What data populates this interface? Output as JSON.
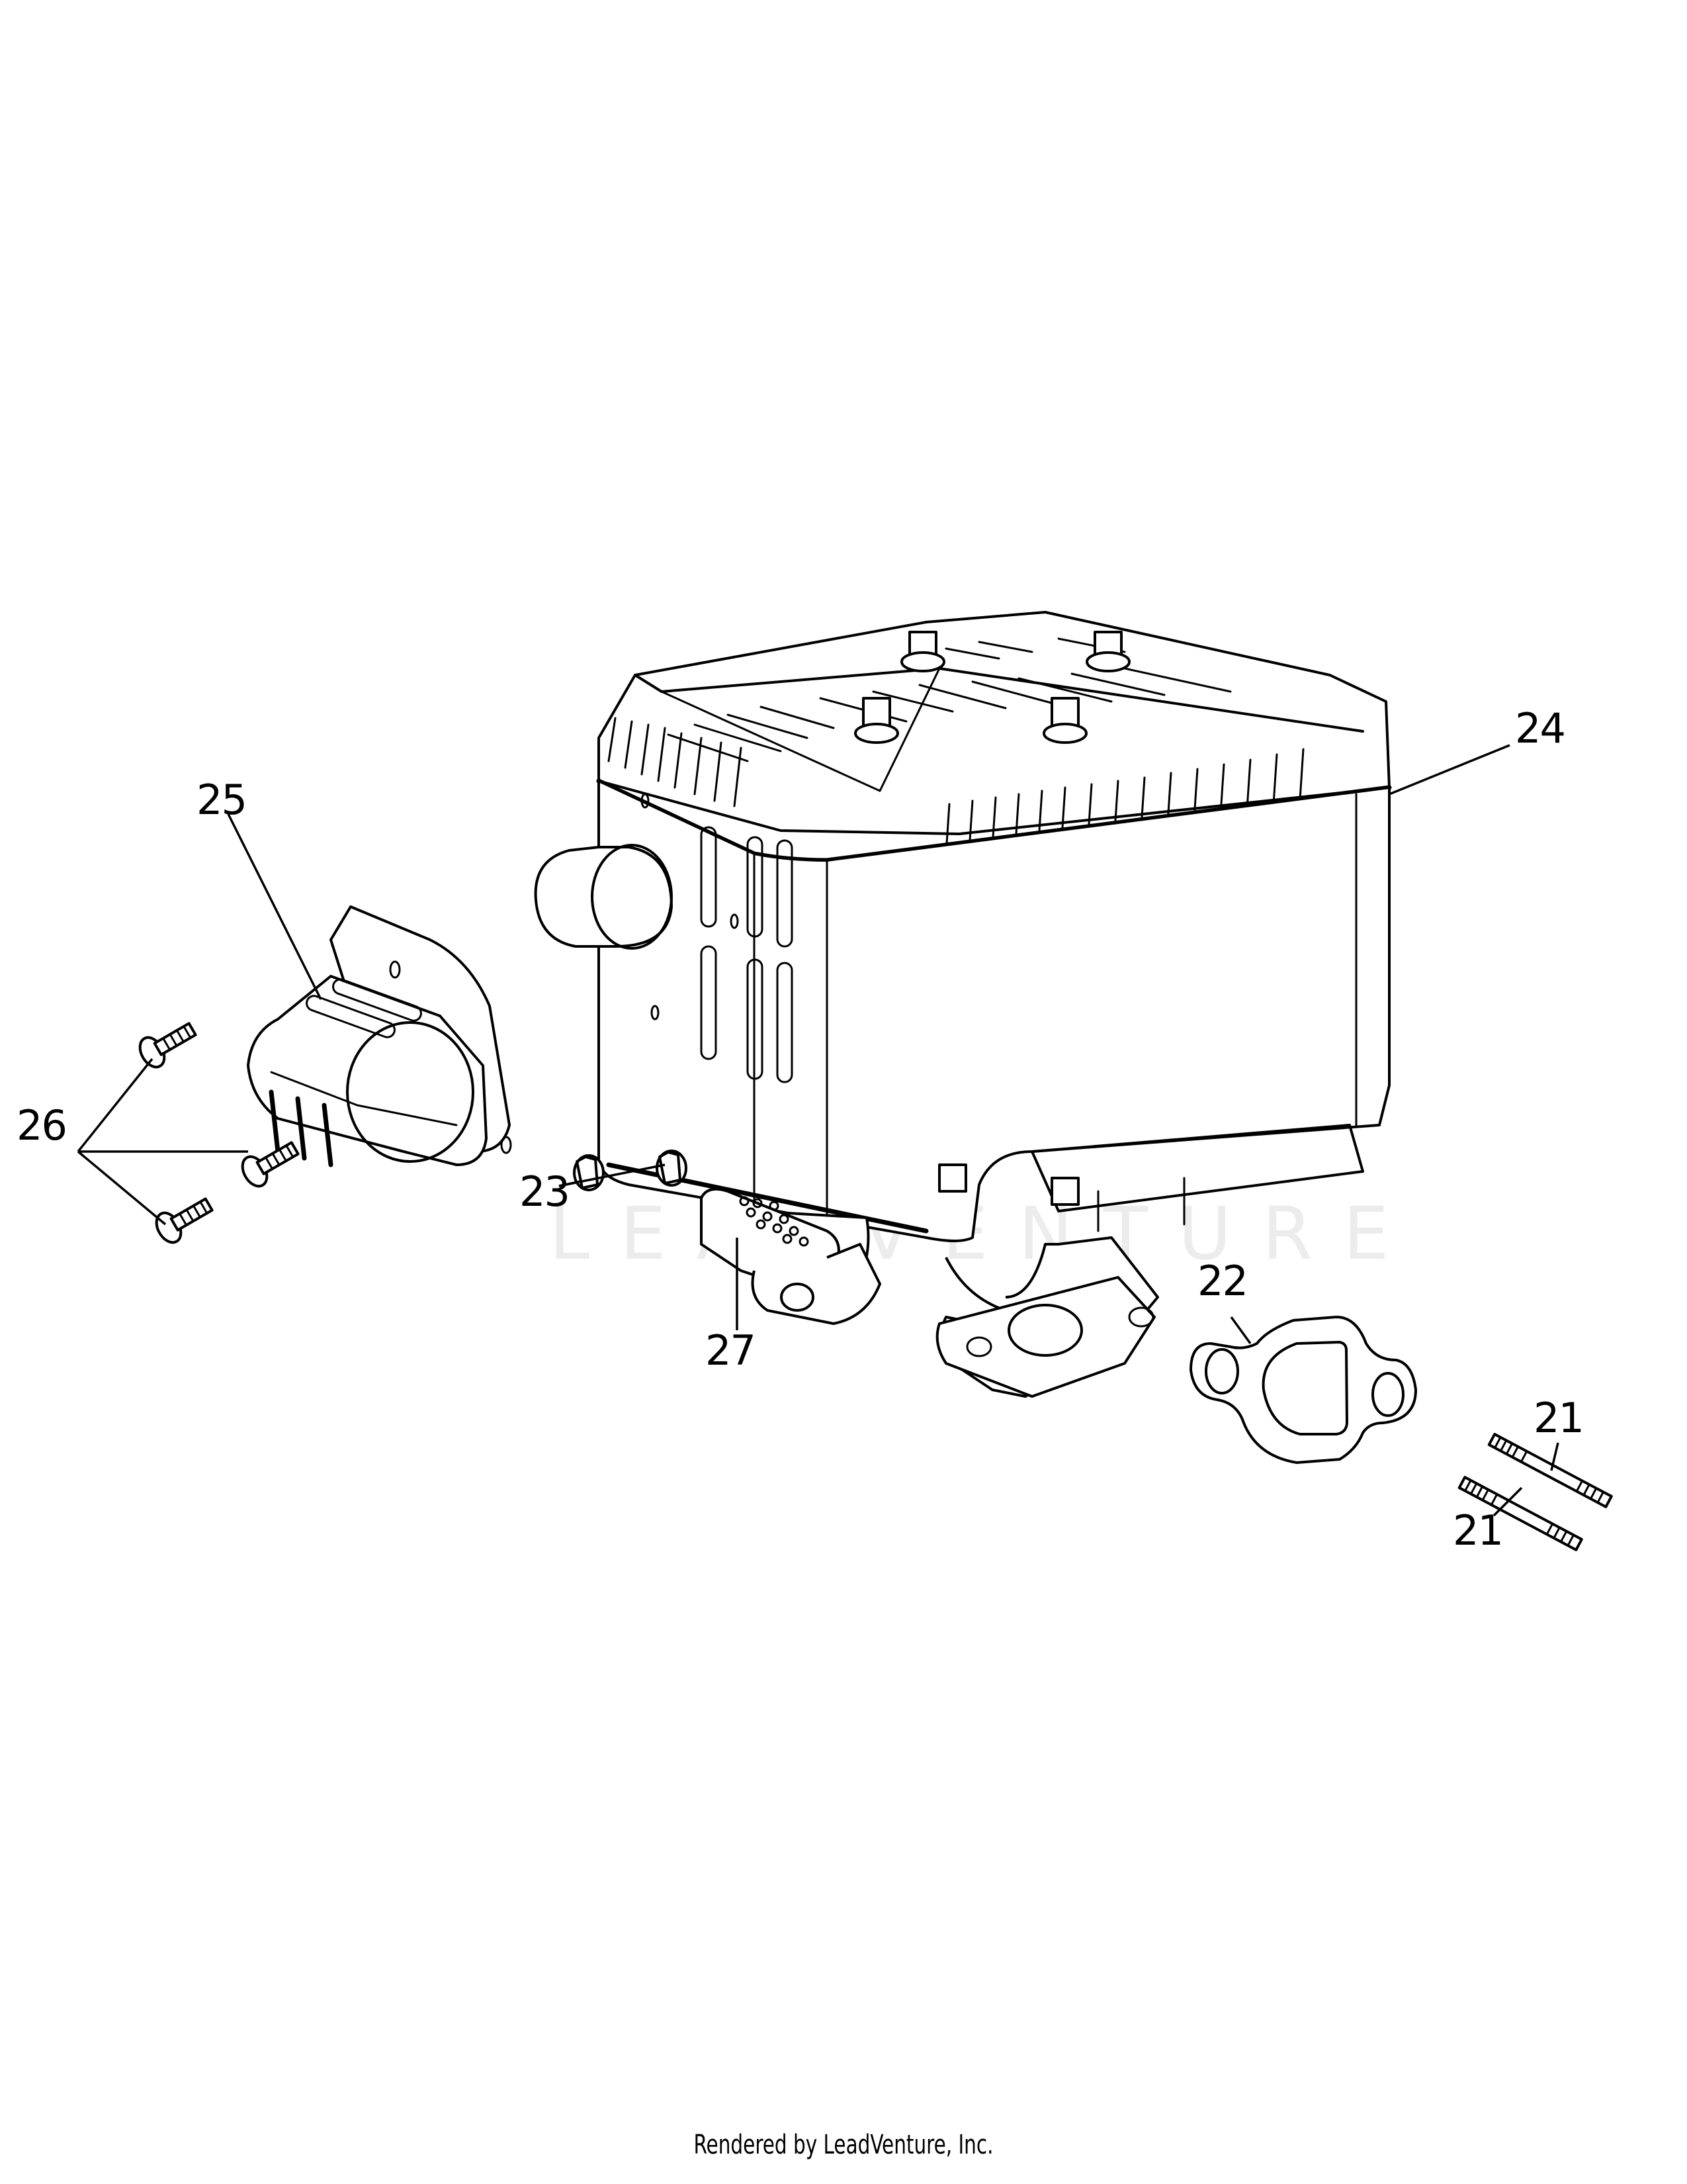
{
  "diagram": {
    "type": "exploded-parts-diagram",
    "subject": "engine muffler assembly",
    "callouts": [
      {
        "id": "21",
        "label": "21",
        "part": "stud (upper)"
      },
      {
        "id": "21b",
        "label": "21",
        "part": "stud (lower)"
      },
      {
        "id": "22",
        "label": "22",
        "part": "exhaust gasket"
      },
      {
        "id": "23",
        "label": "23",
        "part": "nuts (2)"
      },
      {
        "id": "24",
        "label": "24",
        "part": "muffler"
      },
      {
        "id": "25",
        "label": "25",
        "part": "spark arrestor / deflector"
      },
      {
        "id": "26",
        "label": "26",
        "part": "screws (3)"
      },
      {
        "id": "27",
        "label": "27",
        "part": "muffler bracket / pipe"
      }
    ]
  },
  "watermark": {
    "text": "LEADVENTURE",
    "logo": "flame-v-logo-icon"
  },
  "footer": {
    "text": "Rendered by LeadVenture, Inc."
  }
}
